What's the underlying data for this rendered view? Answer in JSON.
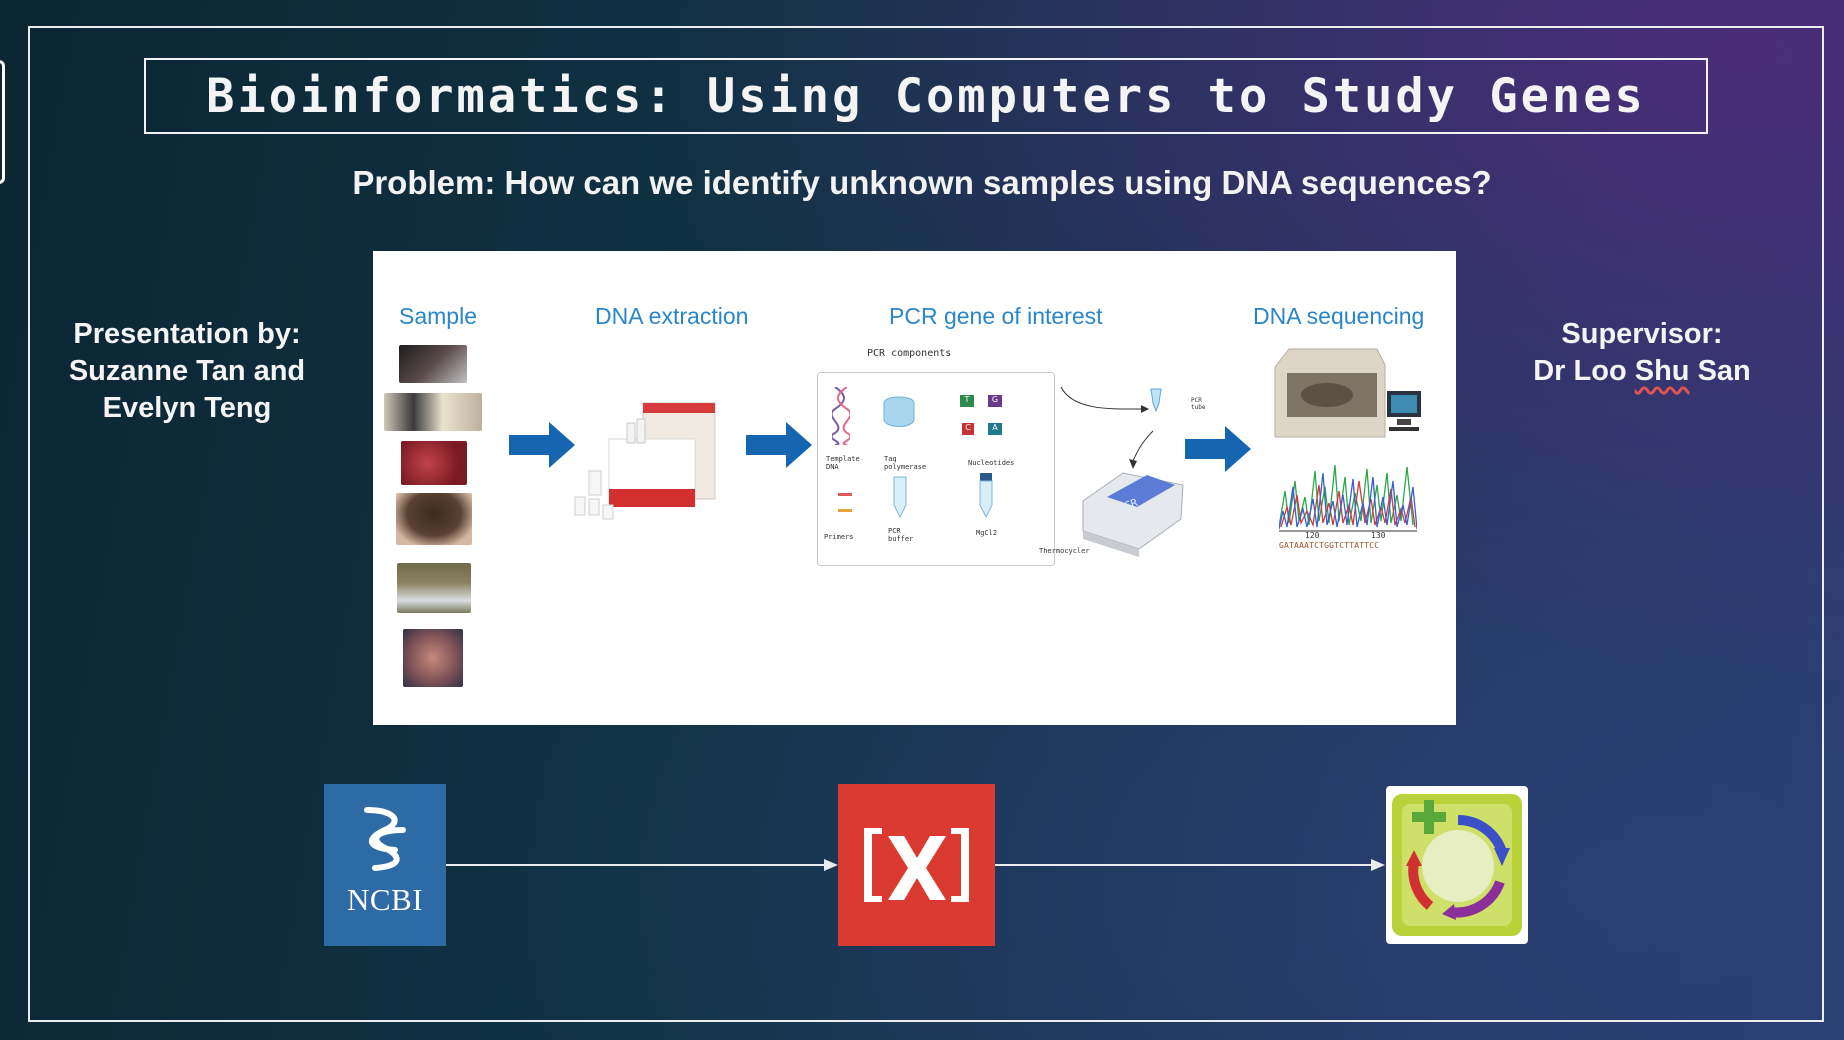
{
  "title": "Bioinformatics: Using Computers to Study Genes",
  "problem": "Problem: How can we identify unknown samples using DNA sequences?",
  "presenters": {
    "line1": "Presentation by:",
    "line2": "Suzanne Tan and",
    "line3": "Evelyn Teng"
  },
  "supervisor": {
    "line1": "Supervisor:",
    "line2_pre": "Dr Loo ",
    "line2_flag": "Shu",
    "line2_post": " San"
  },
  "workflow": {
    "stages": [
      "Sample",
      "DNA extraction",
      "PCR gene of interest",
      "DNA sequencing"
    ],
    "pcr_components_title": "PCR components",
    "pcr_items": [
      "Template DNA",
      "Taq polymerase",
      "Nucleotides",
      "Primers",
      "PCR buffer",
      "MgCl2"
    ],
    "pcr_tube": "PCR tube",
    "thermocycler": "Thermocycler",
    "thermocycler_screen": "PCR",
    "nucleotide_letters": [
      "T",
      "G",
      "C",
      "A"
    ],
    "chromatogram_ticks": [
      "120",
      "130"
    ],
    "chromatogram_sequence": "GATAAATCTGGTCTTATTCC"
  },
  "tools": {
    "ncbi": "NCBI",
    "mega": "[X]",
    "galaxy_icon": "galaxy-cycle-icon"
  },
  "colors": {
    "stage_label": "#2a86c8",
    "ncbi": "#2e6aa6",
    "mega": "#db3a31",
    "arrow_blue": "#1565b0"
  }
}
